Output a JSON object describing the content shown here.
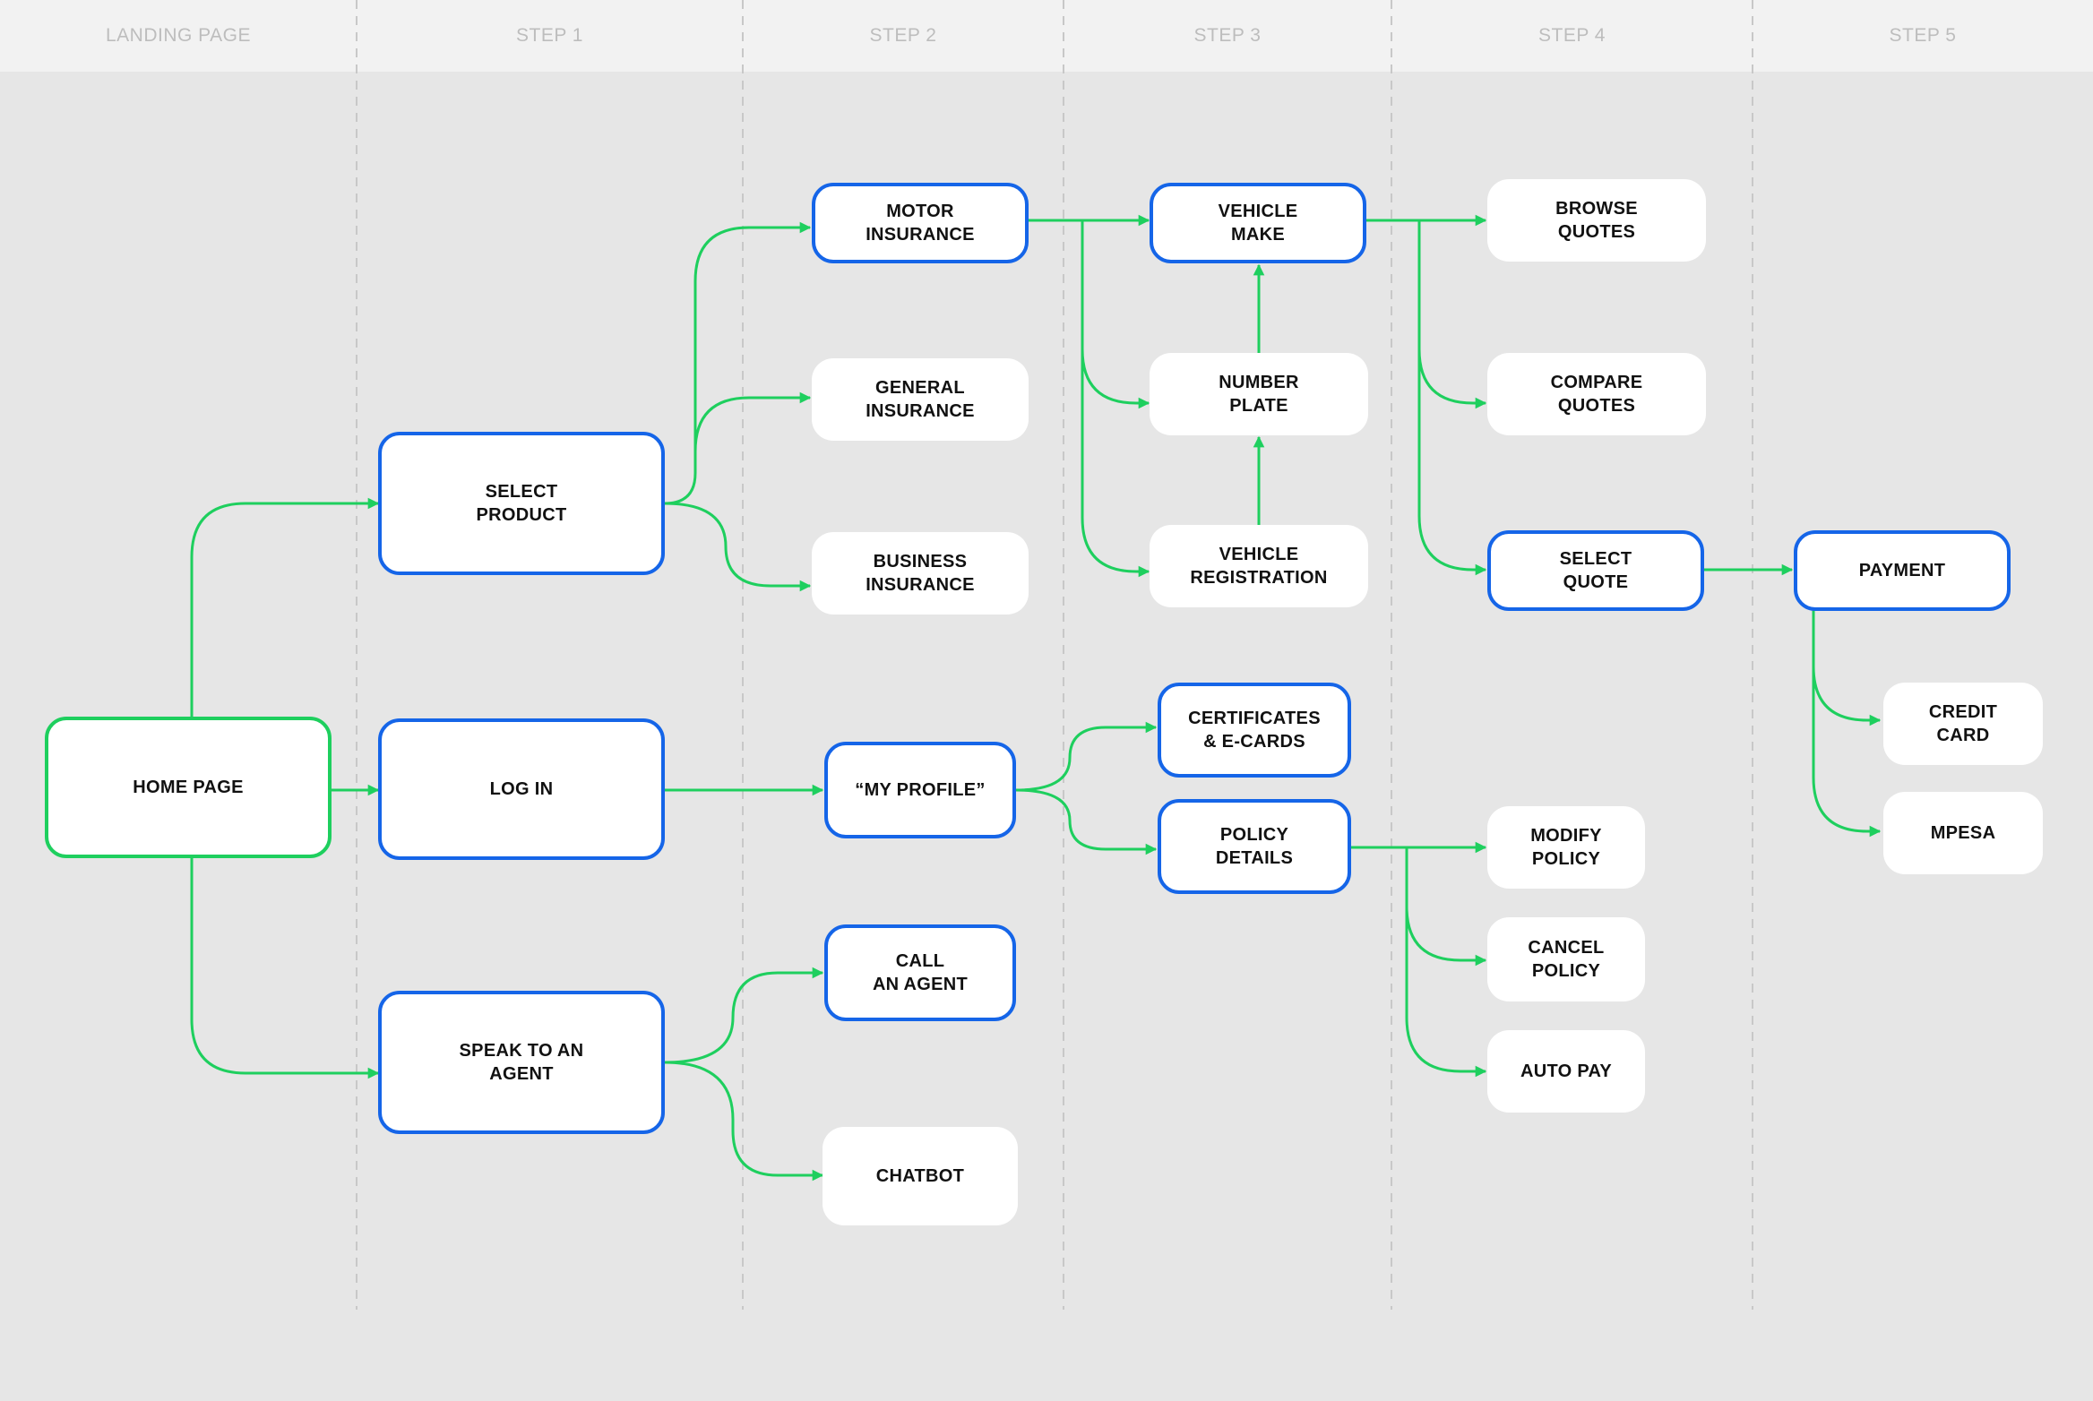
{
  "columns": [
    "LANDING PAGE",
    "STEP 1",
    "STEP 2",
    "STEP 3",
    "STEP 4",
    "STEP 5"
  ],
  "nodes": {
    "home_page": "HOME PAGE",
    "select_product": "SELECT\nPRODUCT",
    "log_in": "LOG IN",
    "speak_to_agent": "SPEAK TO AN\nAGENT",
    "motor_insurance": "MOTOR\nINSURANCE",
    "general_insurance": "GENERAL\nINSURANCE",
    "business_insurance": "BUSINESS\nINSURANCE",
    "my_profile": "“MY PROFILE”",
    "call_agent": "CALL\nAN AGENT",
    "chatbot": "CHATBOT",
    "vehicle_make": "VEHICLE\nMAKE",
    "number_plate": "NUMBER\nPLATE",
    "vehicle_registration": "VEHICLE\nREGISTRATION",
    "certificates": "CERTIFICATES\n& E-CARDS",
    "policy_details": "POLICY\nDETAILS",
    "browse_quotes": "BROWSE\nQUOTES",
    "compare_quotes": "COMPARE\nQUOTES",
    "select_quote": "SELECT\nQUOTE",
    "modify_policy": "MODIFY\nPOLICY",
    "cancel_policy": "CANCEL\nPOLICY",
    "auto_pay": "AUTO PAY",
    "payment": "PAYMENT",
    "credit_card": "CREDIT\nCARD",
    "mpesa": "MPESA"
  },
  "colors": {
    "background": "#e6e6e6",
    "header": "#f2f2f2",
    "header_text": "#bdbdbd",
    "divider": "#c8c8c8",
    "node_border_blue": "#1565e8",
    "node_border_green": "#1ecf5e",
    "link": "#1ecf5e"
  }
}
